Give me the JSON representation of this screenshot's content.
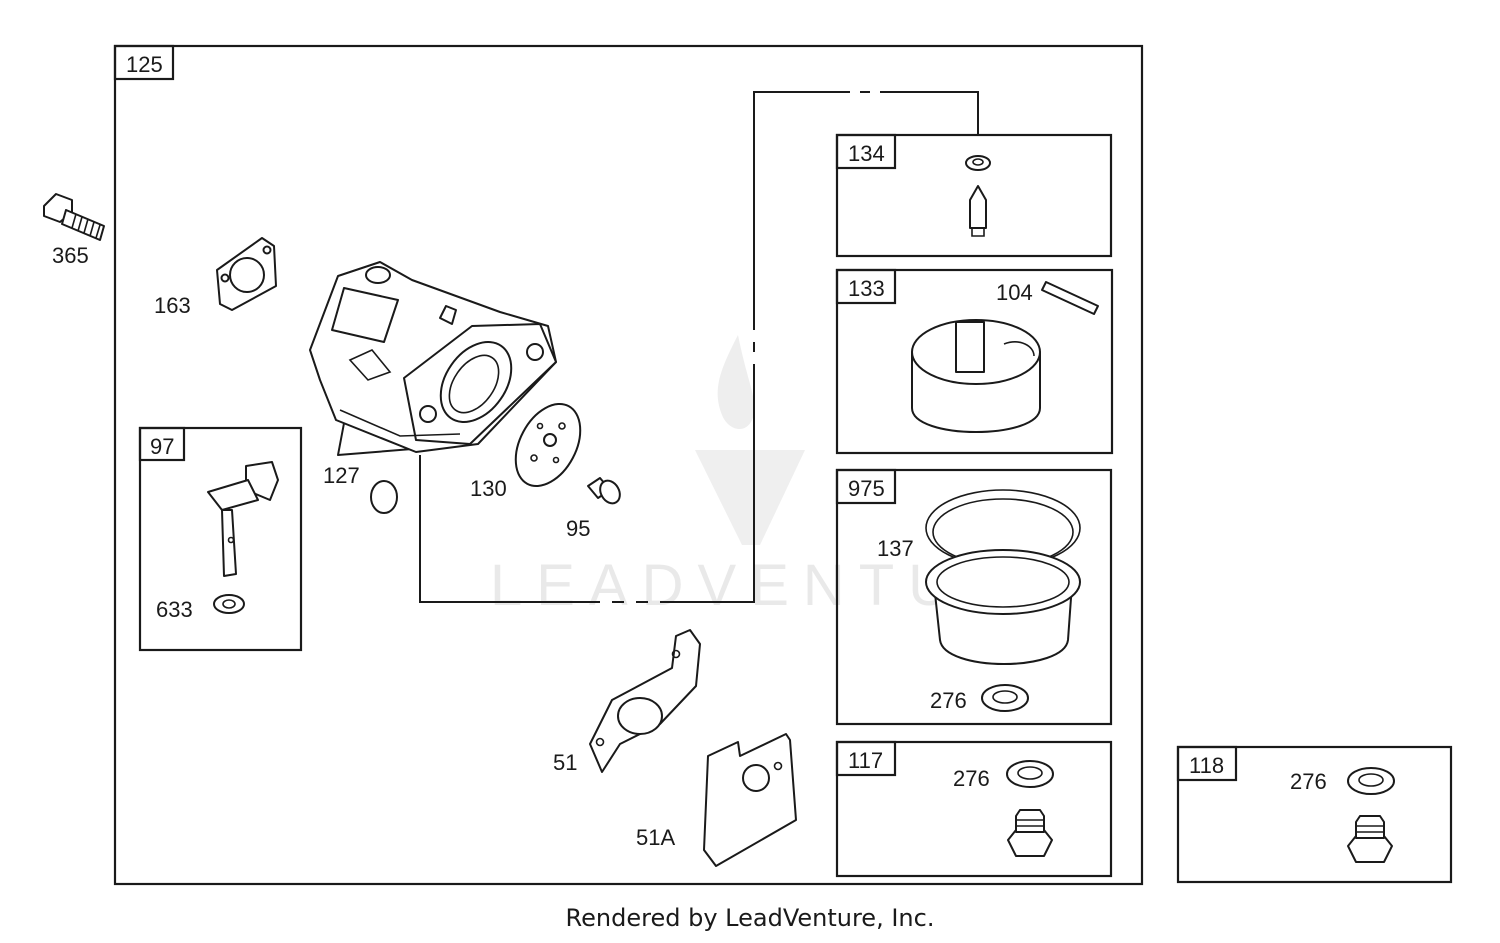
{
  "footer": "Rendered by LeadVenture, Inc.",
  "watermark": "LEADVENTURE",
  "boxes": {
    "main": "125",
    "b97": "97",
    "b134": "134",
    "b133": "133",
    "b975": "975",
    "b117": "117",
    "b118": "118"
  },
  "callouts": {
    "c365": "365",
    "c163": "163",
    "c127": "127",
    "c130": "130",
    "c95": "95",
    "c633": "633",
    "c104": "104",
    "c137": "137",
    "c276a": "276",
    "c276b": "276",
    "c276c": "276",
    "c51": "51",
    "c51a": "51A"
  }
}
